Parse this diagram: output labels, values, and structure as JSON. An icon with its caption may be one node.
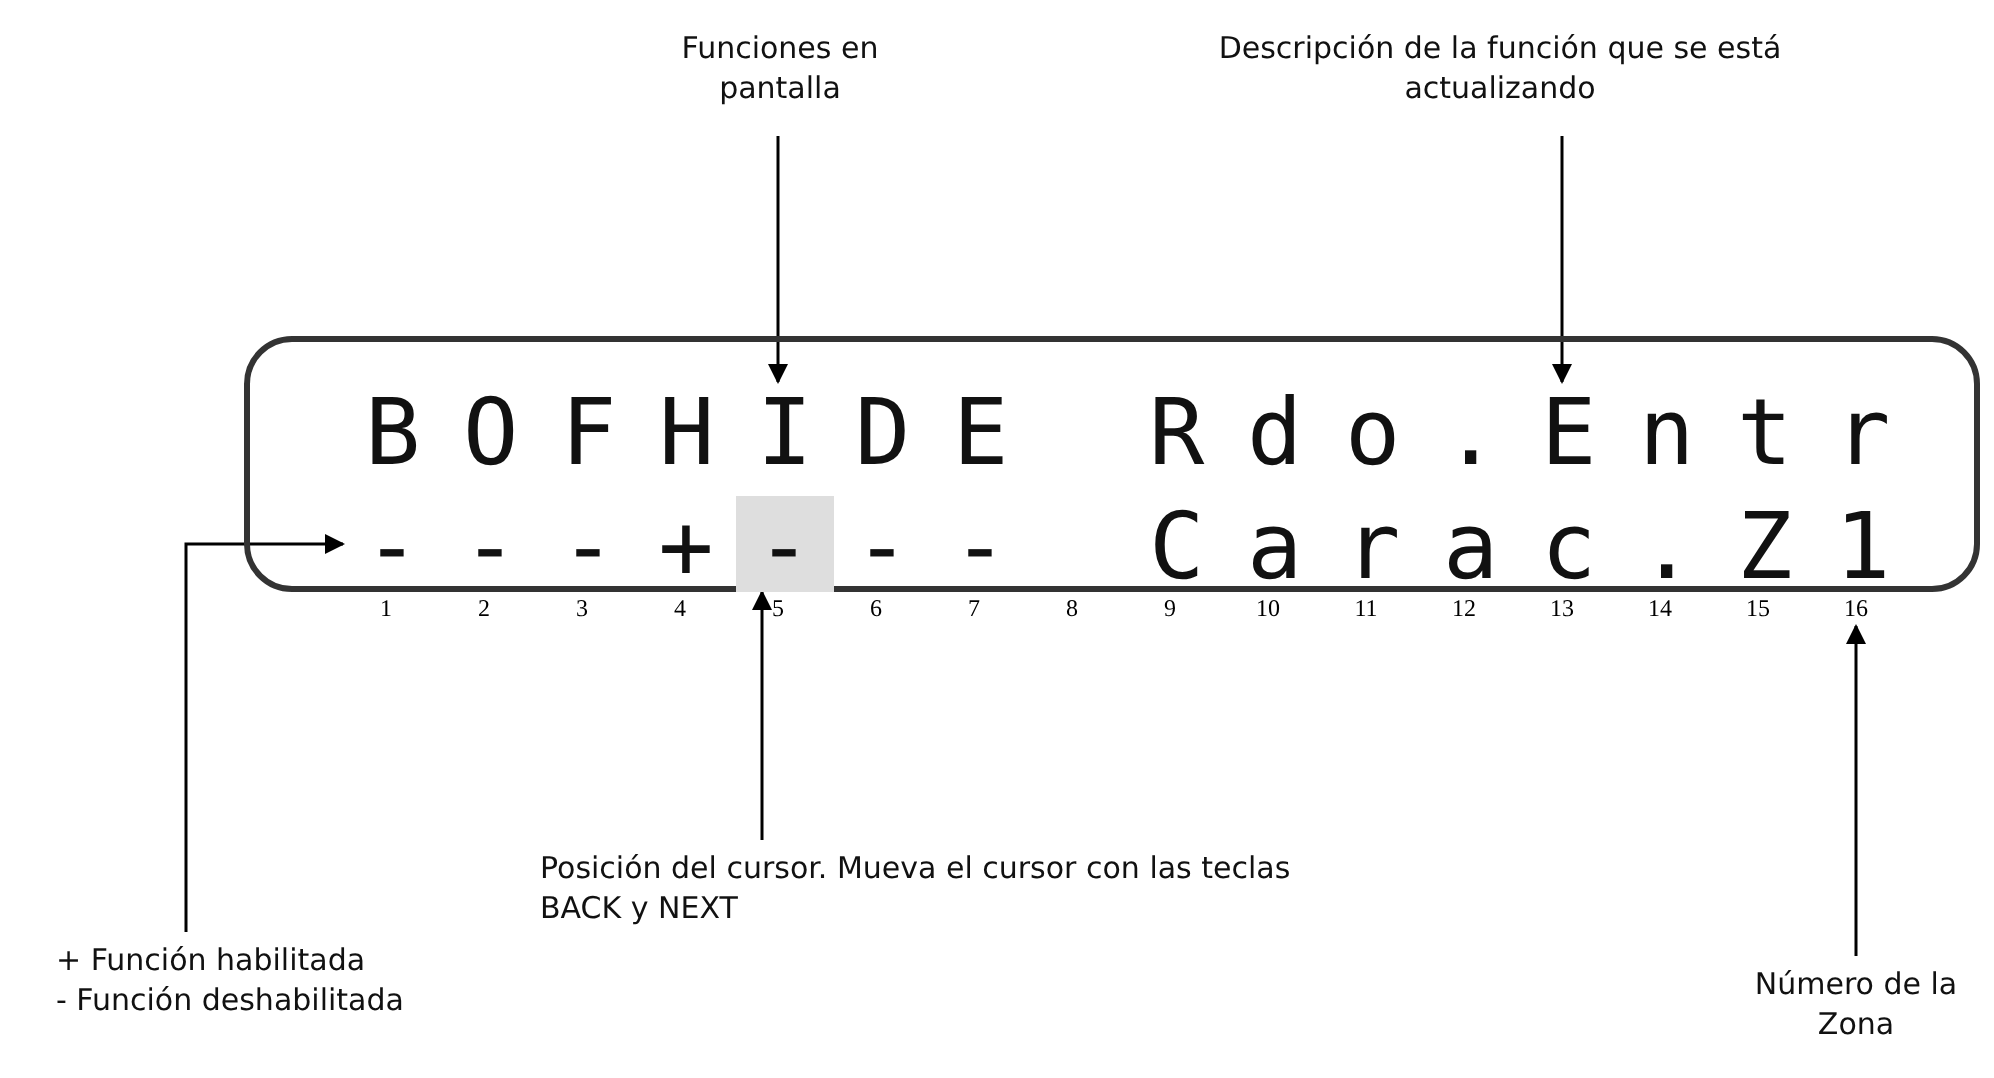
{
  "diagram": {
    "nodes": [
      {
        "text": [
          "Funciones en pantalla"
        ]
      },
      {
        "text": [
          "Descripción de la función que se está actualizando"
        ]
      },
      {
        "text": [],
        "shape": "box"
      },
      {
        "text": [
          "BOFHIDE"
        ],
        "in": 2
      },
      {
        "text": [
          "Rdo.Entr"
        ],
        "in": 2
      },
      {
        "text": [
          "-"
        ],
        "in": 2
      },
      {
        "text": [
          "-"
        ],
        "in": 2
      },
      {
        "text": [
          "-"
        ],
        "in": 2
      },
      {
        "text": [
          "+"
        ],
        "in": 2
      },
      {
        "text": [
          "-"
        ],
        "in": 2
      },
      {
        "text": [
          "-"
        ],
        "in": 2
      },
      {
        "text": [
          "-"
        ],
        "in": 2
      },
      {
        "text": [
          "Carac.Z1"
        ],
        "in": 2
      },
      {
        "text": [
          "16"
        ]
      },
      {
        "text": [
          "Posición del cursor. Mueva el cursor con las teclas BACK y NEXT"
        ]
      },
      {
        "text": [
          "+ Función habilitada",
          "- Función deshabilitada"
        ]
      },
      {
        "text": [
          "Número de la Zona"
        ]
      }
    ],
    "edges": [
      {
        "from": 0,
        "to": 3,
        "arrow": "to"
      },
      {
        "from": 1,
        "to": 4,
        "arrow": "to"
      },
      {
        "from": 14,
        "to": 9,
        "arrow": "to"
      },
      {
        "from": 15,
        "to": 5,
        "arrow": "to"
      },
      {
        "from": 16,
        "to": 13,
        "arrow": "to"
      }
    ],
    "labels": [
      "1",
      "2",
      "3",
      "4",
      "5",
      "6",
      "7",
      "8",
      "9",
      "10",
      "11",
      "12",
      "13",
      "14",
      "15"
    ]
  }
}
